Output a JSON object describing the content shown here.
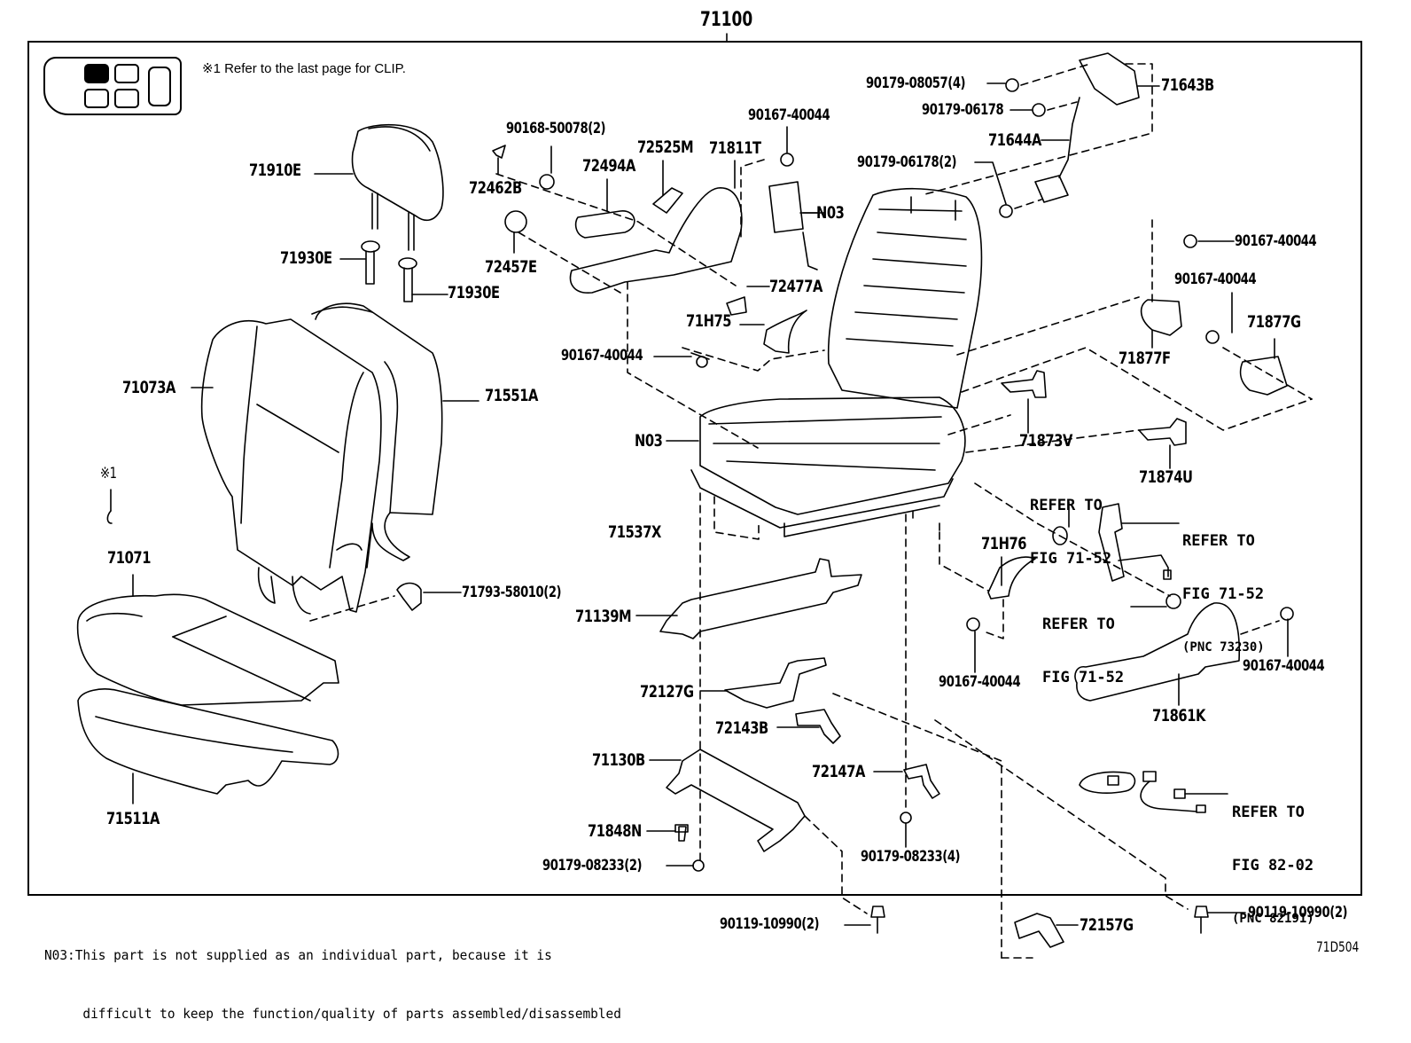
{
  "diagram": {
    "assembly_number": "71100",
    "clip_note": "※1 Refer to the last page for CLIP.",
    "clip_marker": "※1",
    "drawing_code": "71D504",
    "footnote": {
      "line1": "N03:This part is not supplied as an individual part, because it is",
      "line2": "     difficult to keep the function/quality of parts assembled/disassembled"
    },
    "locator": {
      "icon": "seat-position-locator-icon",
      "highlighted_position": "front-left",
      "cells": [
        "front-left",
        "front-right",
        "rear-left",
        "rear-right",
        "rear-bench"
      ]
    },
    "parts": [
      {
        "id": "p71910E",
        "label": "71910E",
        "desc": "headrest"
      },
      {
        "id": "p71930E_1",
        "label": "71930E",
        "desc": "headrest support"
      },
      {
        "id": "p71930E_2",
        "label": "71930E",
        "desc": "headrest support"
      },
      {
        "id": "p72462B",
        "label": "72462B"
      },
      {
        "id": "p90168",
        "label": "90168-50078(2)"
      },
      {
        "id": "p72494A",
        "label": "72494A"
      },
      {
        "id": "p72525M",
        "label": "72525M"
      },
      {
        "id": "p71811T",
        "label": "71811T"
      },
      {
        "id": "p90167_top",
        "label": "90167-40044"
      },
      {
        "id": "p72457E",
        "label": "72457E"
      },
      {
        "id": "pN03_a",
        "label": "N03"
      },
      {
        "id": "p72477A",
        "label": "72477A"
      },
      {
        "id": "p71H75",
        "label": "71H75"
      },
      {
        "id": "p90167_left",
        "label": "90167-40044"
      },
      {
        "id": "p90179_08057",
        "label": "90179-08057(4)"
      },
      {
        "id": "p71643B",
        "label": "71643B"
      },
      {
        "id": "p90179_06178",
        "label": "90179-06178"
      },
      {
        "id": "p71644A",
        "label": "71644A"
      },
      {
        "id": "p90179_06178_2",
        "label": "90179-06178(2)"
      },
      {
        "id": "p90167_r1",
        "label": "90167-40044"
      },
      {
        "id": "p90167_r2",
        "label": "90167-40044"
      },
      {
        "id": "p71877G",
        "label": "71877G"
      },
      {
        "id": "p71877F",
        "label": "71877F"
      },
      {
        "id": "p71073A",
        "label": "71073A"
      },
      {
        "id": "p71551A",
        "label": "71551A"
      },
      {
        "id": "pN03_b",
        "label": "N03"
      },
      {
        "id": "p71873V",
        "label": "71873V"
      },
      {
        "id": "p71874U",
        "label": "71874U"
      },
      {
        "id": "p71537X",
        "label": "71537X"
      },
      {
        "id": "p71071",
        "label": "71071"
      },
      {
        "id": "p71793",
        "label": "71793-58010(2)"
      },
      {
        "id": "p71H76",
        "label": "71H76"
      },
      {
        "id": "p71139M",
        "label": "71139M"
      },
      {
        "id": "p90167_mid",
        "label": "90167-40044"
      },
      {
        "id": "p90167_rb",
        "label": "90167-40044"
      },
      {
        "id": "p71861K",
        "label": "71861K"
      },
      {
        "id": "p72127G",
        "label": "72127G"
      },
      {
        "id": "p72143B",
        "label": "72143B"
      },
      {
        "id": "p71130B",
        "label": "71130B"
      },
      {
        "id": "p72147A",
        "label": "72147A"
      },
      {
        "id": "p71848N",
        "label": "71848N"
      },
      {
        "id": "p90179_08233_2",
        "label": "90179-08233(2)"
      },
      {
        "id": "p90179_08233_4",
        "label": "90179-08233(4)"
      },
      {
        "id": "p71511A",
        "label": "71511A"
      },
      {
        "id": "p90119_a",
        "label": "90119-10990(2)"
      },
      {
        "id": "p72157G",
        "label": "72157G"
      },
      {
        "id": "p90119_b",
        "label": "90119-10990(2)"
      }
    ],
    "references": [
      {
        "id": "ref_clip",
        "line1": "REFER TO",
        "line2": "FIG 71-52",
        "pnc": ""
      },
      {
        "id": "ref_buckle",
        "line1": "REFER TO",
        "line2": "FIG 71-52",
        "pnc": "(PNC 73230)"
      },
      {
        "id": "ref_nut",
        "line1": "REFER TO",
        "line2": "FIG 71-52",
        "pnc": ""
      },
      {
        "id": "ref_harness",
        "line1": "REFER TO",
        "line2": "FIG 82-02",
        "pnc": "(PNC 82191)"
      }
    ]
  }
}
